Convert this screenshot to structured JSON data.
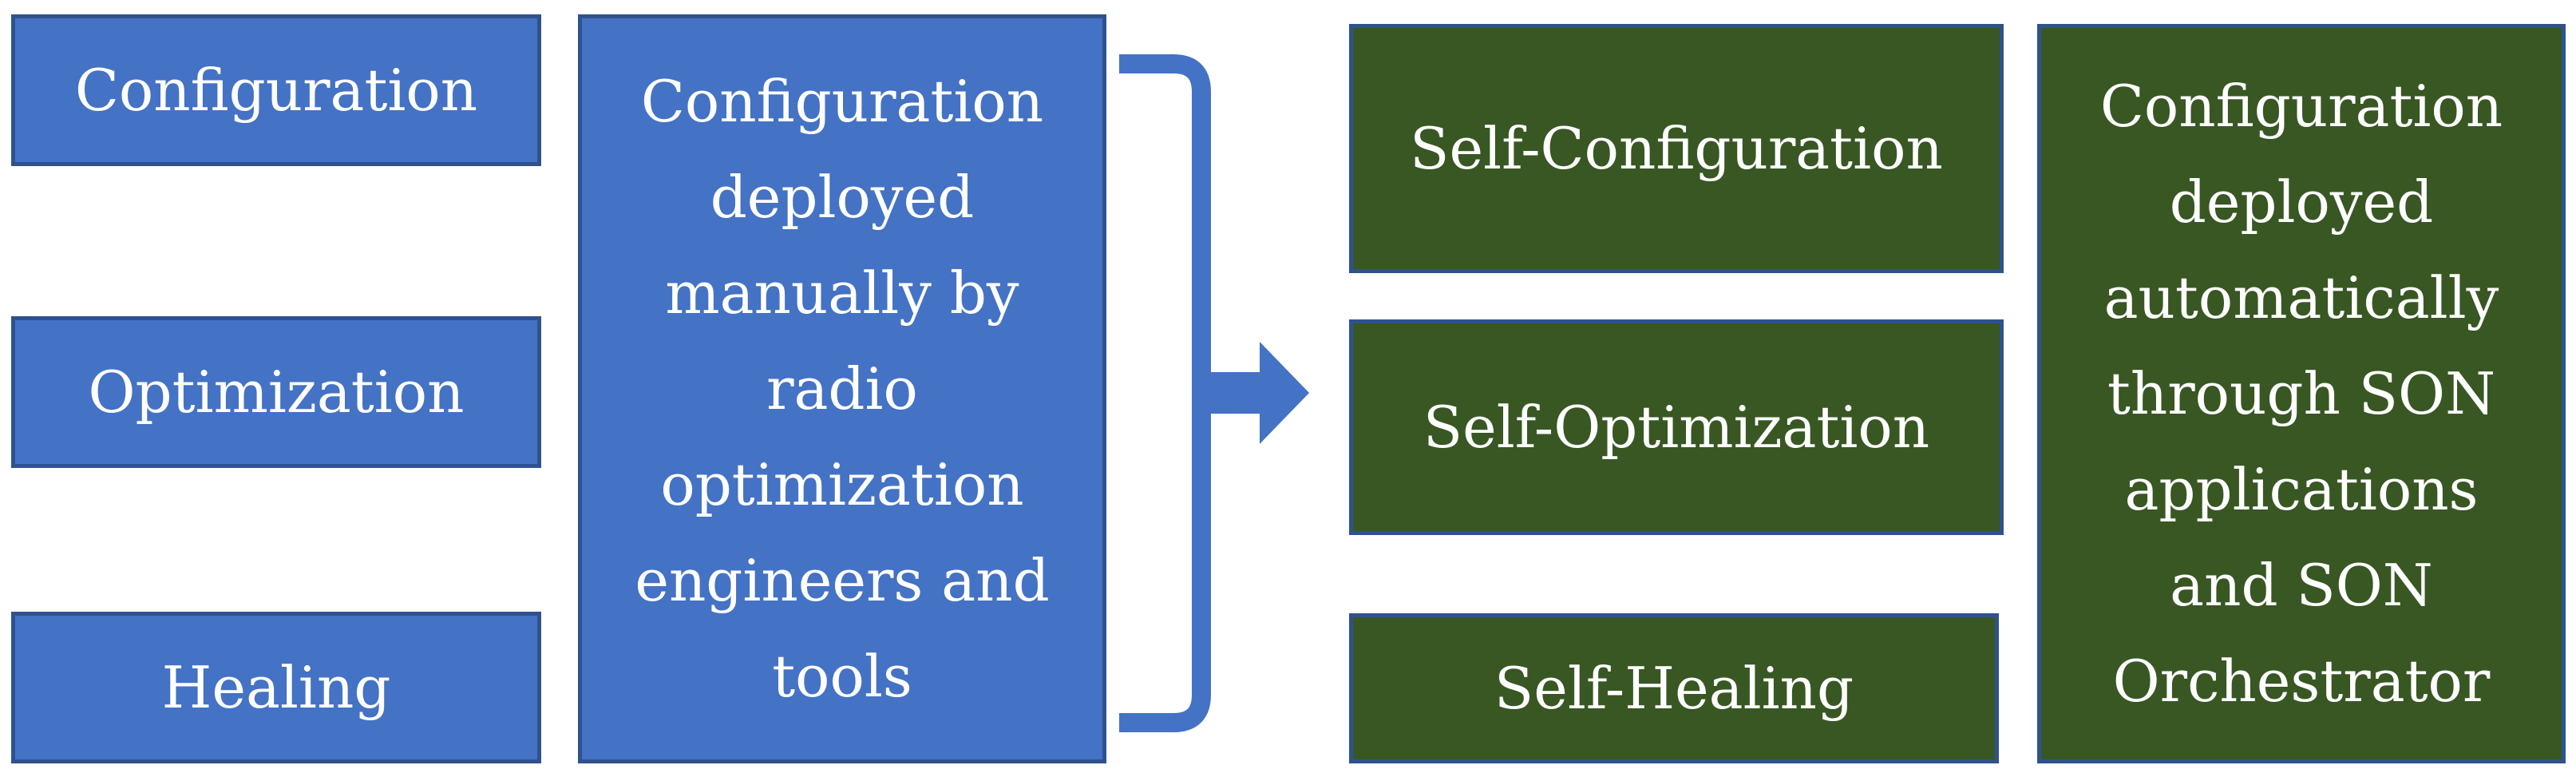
{
  "left_column": {
    "items": [
      {
        "label": "Configuration"
      },
      {
        "label": "Optimization"
      },
      {
        "label": "Healing"
      }
    ]
  },
  "manual_description": "Configuration\ndeployed\nmanually by\nradio\noptimization\nengineers and\ntools",
  "right_column": {
    "items": [
      {
        "label": "Self-Configuration"
      },
      {
        "label": "Self-Optimization"
      },
      {
        "label": "Self-Healing"
      }
    ]
  },
  "automatic_description": "Configuration\ndeployed\nautomatically\nthrough SON\napplications\nand SON\nOrchestrator",
  "colors": {
    "manual_fill": "#4472c4",
    "automatic_fill": "#385723",
    "border": "#2f528f",
    "connector": "#4472c4"
  }
}
